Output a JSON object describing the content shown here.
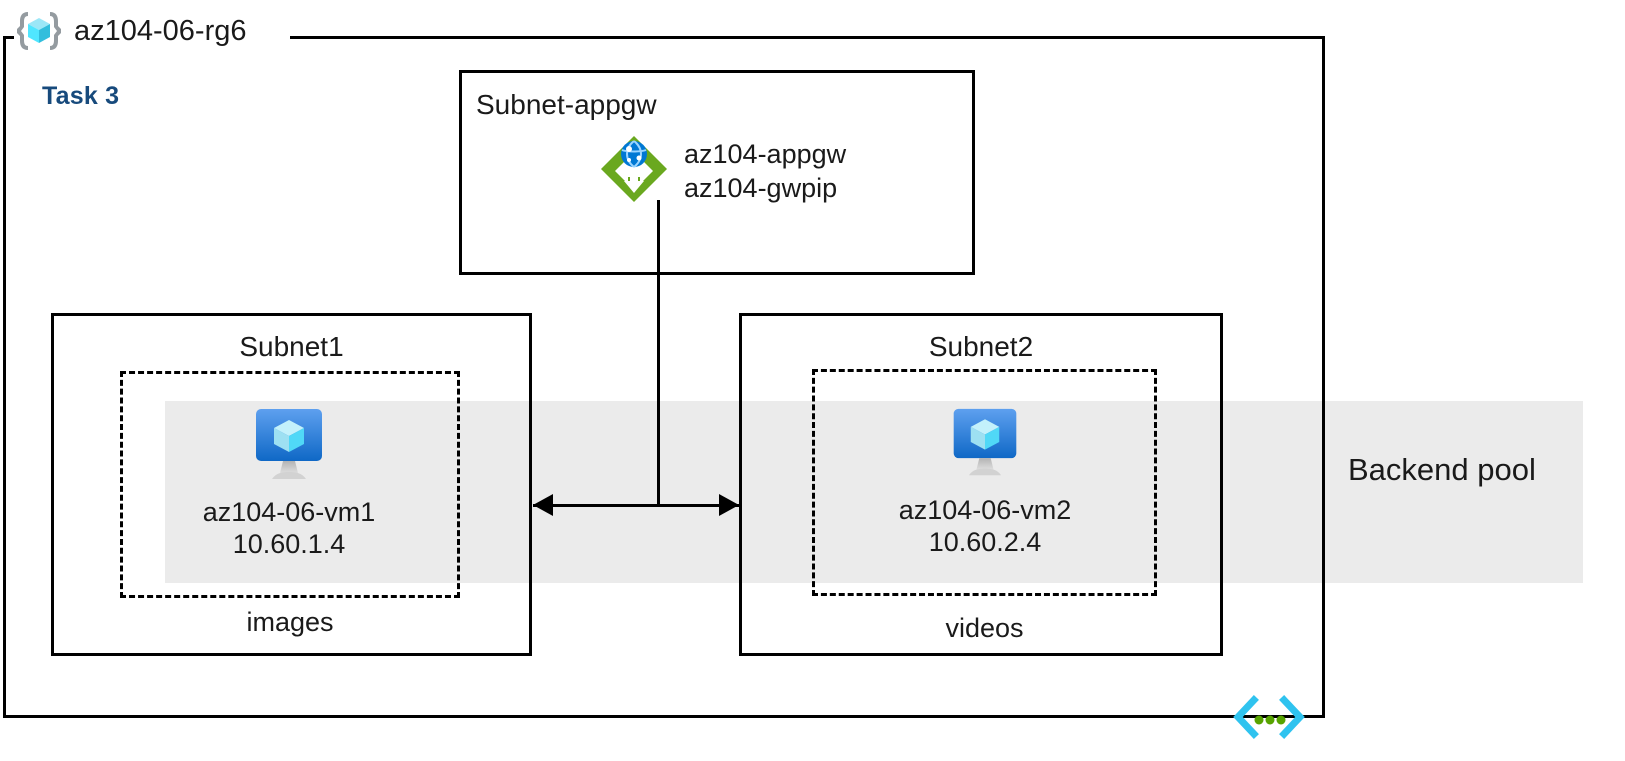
{
  "resource_group": {
    "name": "az104-06-rg6",
    "icon": "resource-group-cube-icon"
  },
  "task": {
    "label": "Task 3",
    "color": "#174A7C"
  },
  "backend_pool": {
    "label": "Backend pool",
    "band_color": "#ebebeb"
  },
  "subnets": [
    {
      "id": "subnet-appgw",
      "title": "Subnet-appgw",
      "resources": [
        {
          "icon": "application-gateway-icon",
          "icon_color": "#6aa81f",
          "lines": [
            "az104-appgw",
            "az104-gwpip"
          ]
        }
      ]
    },
    {
      "id": "subnet1",
      "title": "Subnet1",
      "vm": {
        "icon": "virtual-machine-icon",
        "name": "az104-06-vm1",
        "ip": "10.60.1.4"
      },
      "caption": "images"
    },
    {
      "id": "subnet2",
      "title": "Subnet2",
      "vm": {
        "icon": "virtual-machine-icon",
        "name": "az104-06-vm2",
        "ip": "10.60.2.4"
      },
      "caption": "videos"
    }
  ],
  "connectors": {
    "appgw_to_backend": "vertical-line",
    "subnet1_subnet2": "double-arrow"
  },
  "footer_icon": {
    "name": "code-brackets-icon",
    "bracket_color": "#2fc3ef",
    "dot_color": "#57a300"
  }
}
